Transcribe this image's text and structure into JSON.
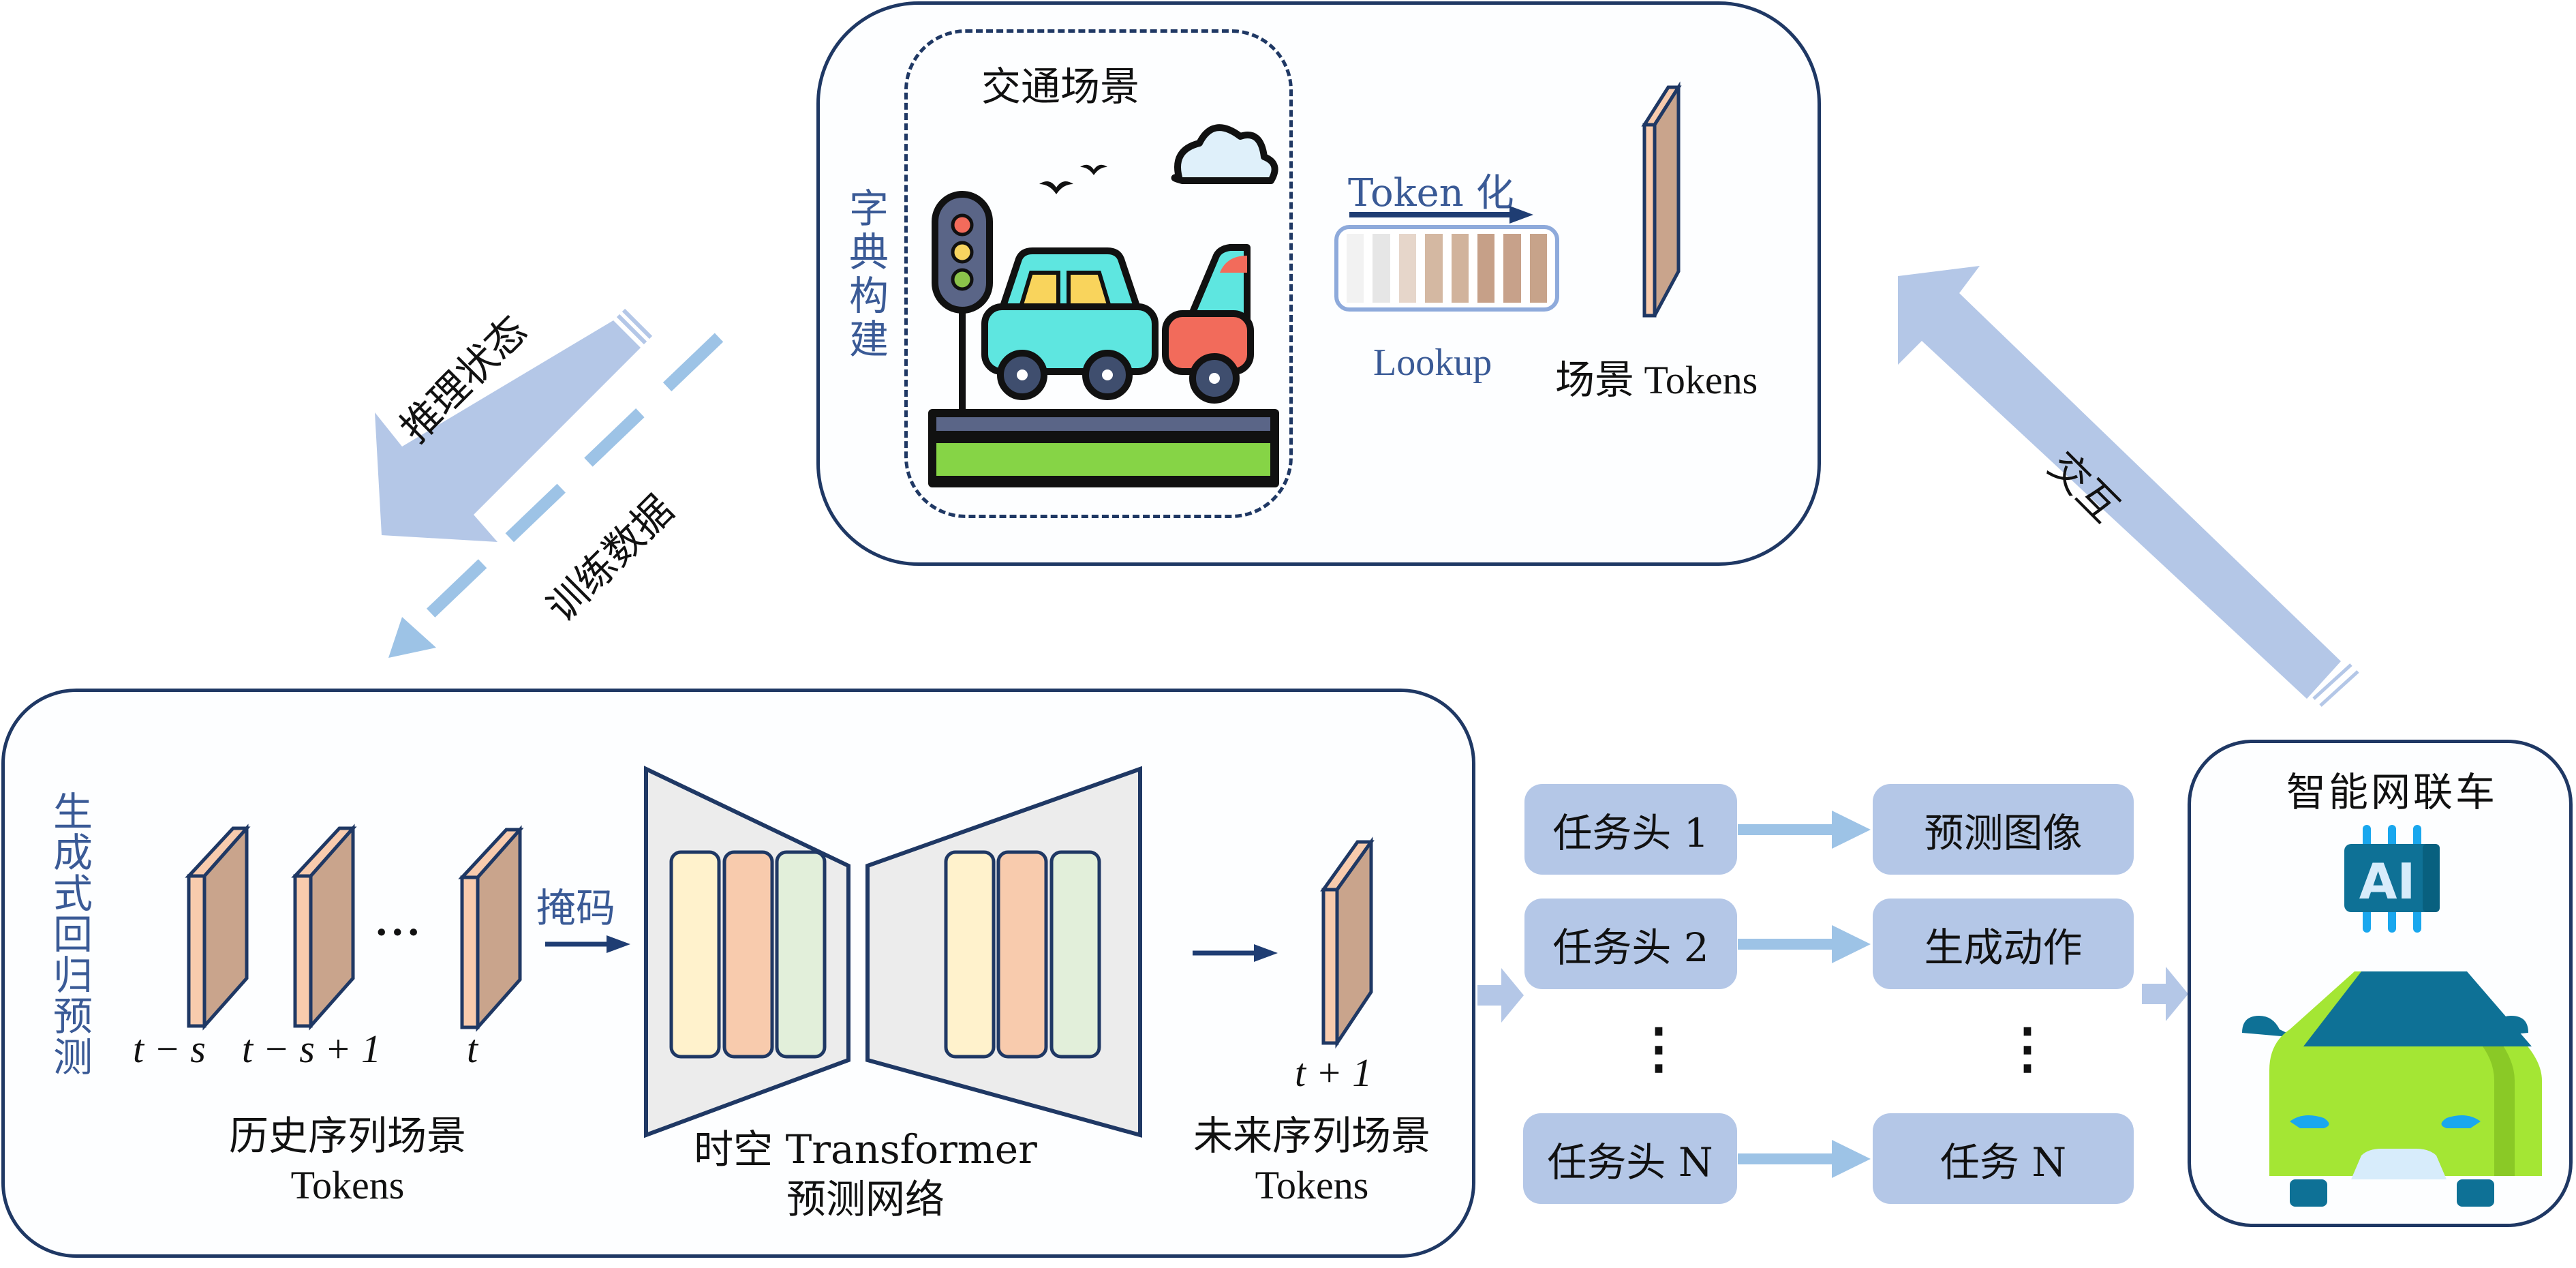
{
  "top_panel": {
    "traffic_scene_label": "交通场景",
    "dictionary_label": "字典构建",
    "tokenize_label": "Token 化",
    "lookup_label": "Lookup",
    "scene_tokens_label": "场景 Tokens",
    "token_bar_colors": [
      "#f2f2f2",
      "#e6e6e6",
      "#e6d6ca",
      "#d4b8a2",
      "#d1b39c",
      "#c6a088",
      "#c7a18a",
      "#c7a38a"
    ]
  },
  "arrows": {
    "inference_state": "推理状态",
    "training_data": "训练数据",
    "interaction": "交互",
    "masking": "掩码"
  },
  "bottom_panel": {
    "side_label": "生成式回归预测",
    "history_label_line1": "历史序列场景",
    "history_label_line2": "Tokens",
    "history_ticks": [
      "t − s",
      "t − s + 1",
      "t"
    ],
    "ellipsis": "···",
    "transformer_label_line1": "时空 Transformer",
    "transformer_label_line2": "预测网络",
    "future_tick": "t + 1",
    "future_label_line1": "未来序列场景",
    "future_label_line2": "Tokens",
    "block_colors": [
      "#fff2cc",
      "#f8cbad",
      "#e2efda"
    ]
  },
  "tasks": {
    "heads": [
      "任务头 1",
      "任务头 2",
      "任务头 N"
    ],
    "outputs": [
      "预测图像",
      "生成动作",
      "任务 N"
    ],
    "vertical_ellipsis": "⋮"
  },
  "vehicle_panel": {
    "title": "智能网联车",
    "chip_text": "AI"
  },
  "colors": {
    "panel_border": "#1f3864",
    "arrow_fill": "#b4c7e7",
    "arrow_light": "#9dc3e6",
    "token_front": "#f8cbad",
    "token_side": "#c9a48c"
  }
}
